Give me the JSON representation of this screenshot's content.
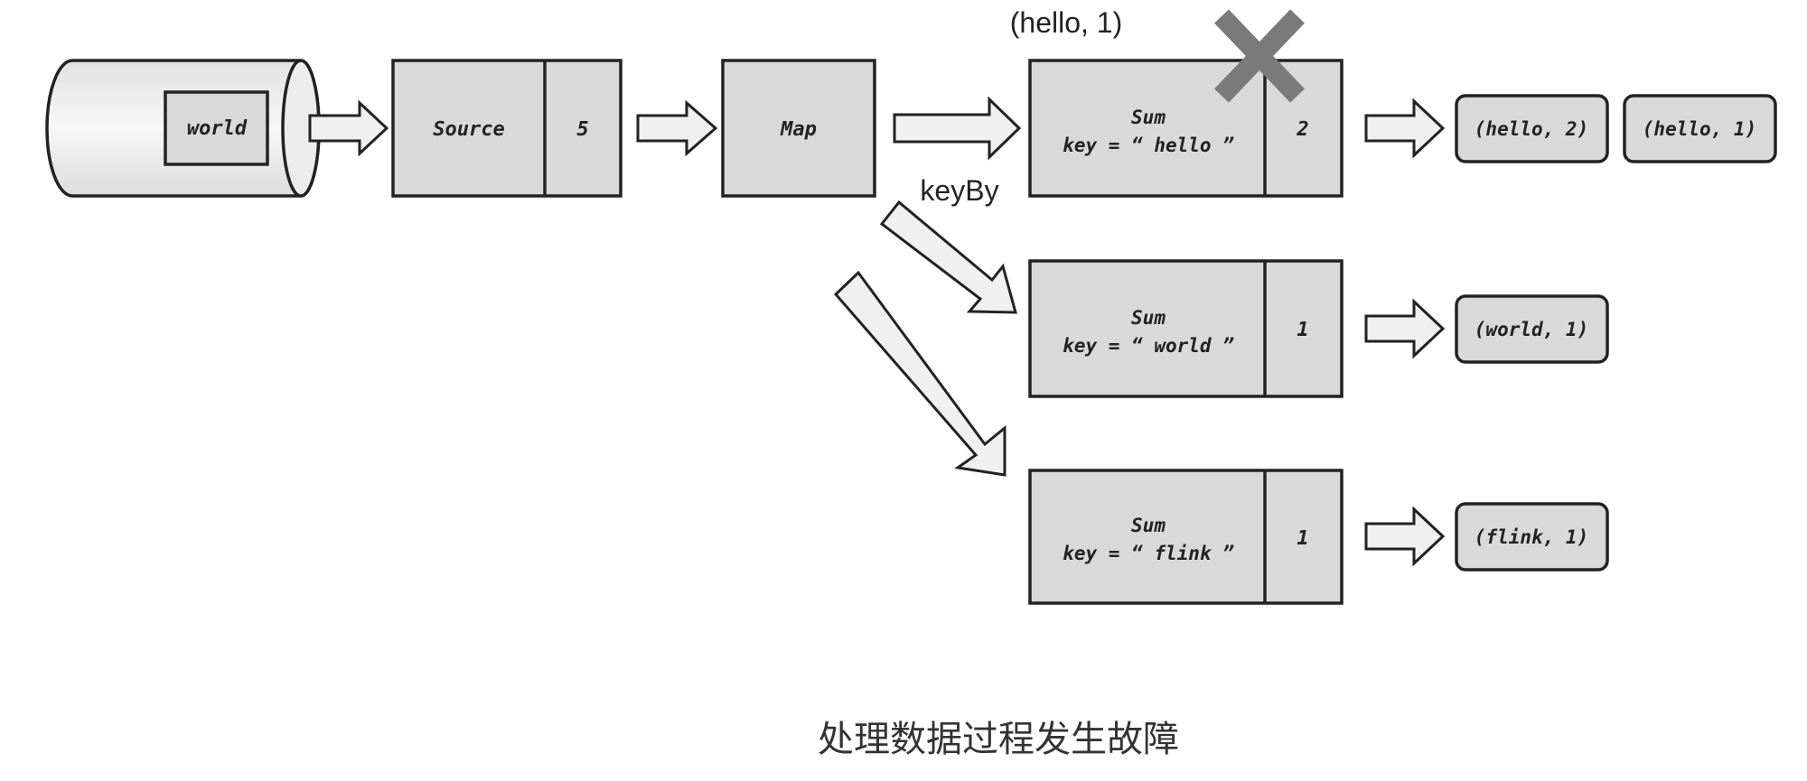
{
  "diagram": {
    "source_db": {
      "record": "world"
    },
    "source_operator": {
      "name": "Source",
      "state": "5"
    },
    "map_operator": {
      "name": "Map"
    },
    "keyby_label": "keyBy",
    "failed_record": "(hello, 1)",
    "sum_operators": [
      {
        "title": "Sum",
        "key_line": "key = “ hello ”",
        "state": "2",
        "failed": true,
        "outputs": [
          "(hello, 2)",
          "(hello, 1)"
        ]
      },
      {
        "title": "Sum",
        "key_line": "key = “ world ”",
        "state": "1",
        "failed": false,
        "outputs": [
          "(world, 1)"
        ]
      },
      {
        "title": "Sum",
        "key_line": "key = “ flink ”",
        "state": "1",
        "failed": false,
        "outputs": [
          "(flink, 1)"
        ]
      }
    ],
    "caption": "处理数据过程发生故障"
  },
  "colors": {
    "box_fill": "#d9d9d9",
    "arrow_fill": "#f0f0f0",
    "failure_mark": "#7a7a7a",
    "stroke": "#222222"
  }
}
